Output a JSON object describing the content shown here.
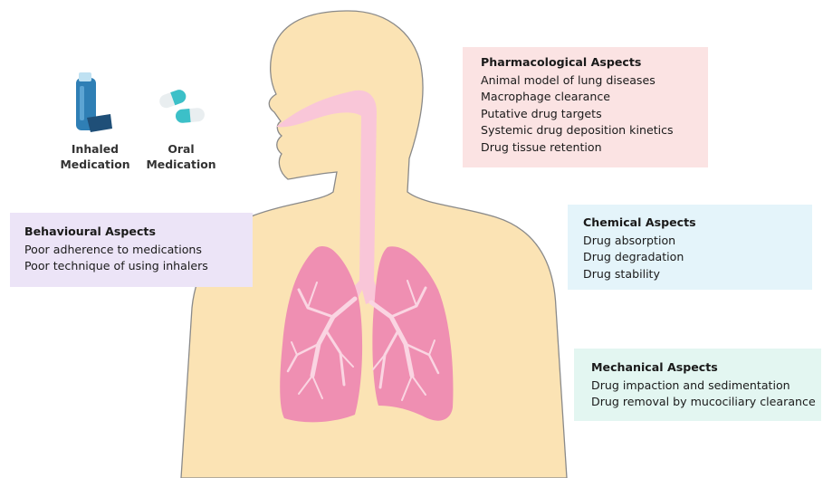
{
  "medications": {
    "inhaled": {
      "label": "Inhaled\nMedication",
      "icon": "inhaler-icon",
      "color": "#2f7fb5"
    },
    "oral": {
      "label": "Oral\nMedication",
      "icon": "capsule-icon",
      "color": "#3cc0c8"
    }
  },
  "pharmacological": {
    "title": "Pharmacological Aspects",
    "items": [
      "Animal model of lung diseases",
      "Macrophage clearance",
      "Putative drug targets",
      "Systemic drug deposition kinetics",
      "Drug tissue retention"
    ],
    "color": "#fbe3e3"
  },
  "behavioural": {
    "title": "Behavioural Aspects",
    "items": [
      "Poor adherence to medications",
      "Poor technique of using inhalers"
    ],
    "color": "#ece4f7"
  },
  "chemical": {
    "title": "Chemical Aspects",
    "items": [
      "Drug absorption",
      "Drug degradation",
      "Drug stability"
    ],
    "color": "#e4f4fa"
  },
  "mechanical": {
    "title": "Mechanical Aspects",
    "items": [
      "Drug impaction and sedimentation",
      "Drug removal by mucociliary clearance"
    ],
    "color": "#e3f6f1"
  },
  "colors": {
    "body": "#fbe3b4",
    "airway": "#f9c6d8",
    "lung": "#ef8fb2",
    "bronchi": "#fad5e2"
  }
}
